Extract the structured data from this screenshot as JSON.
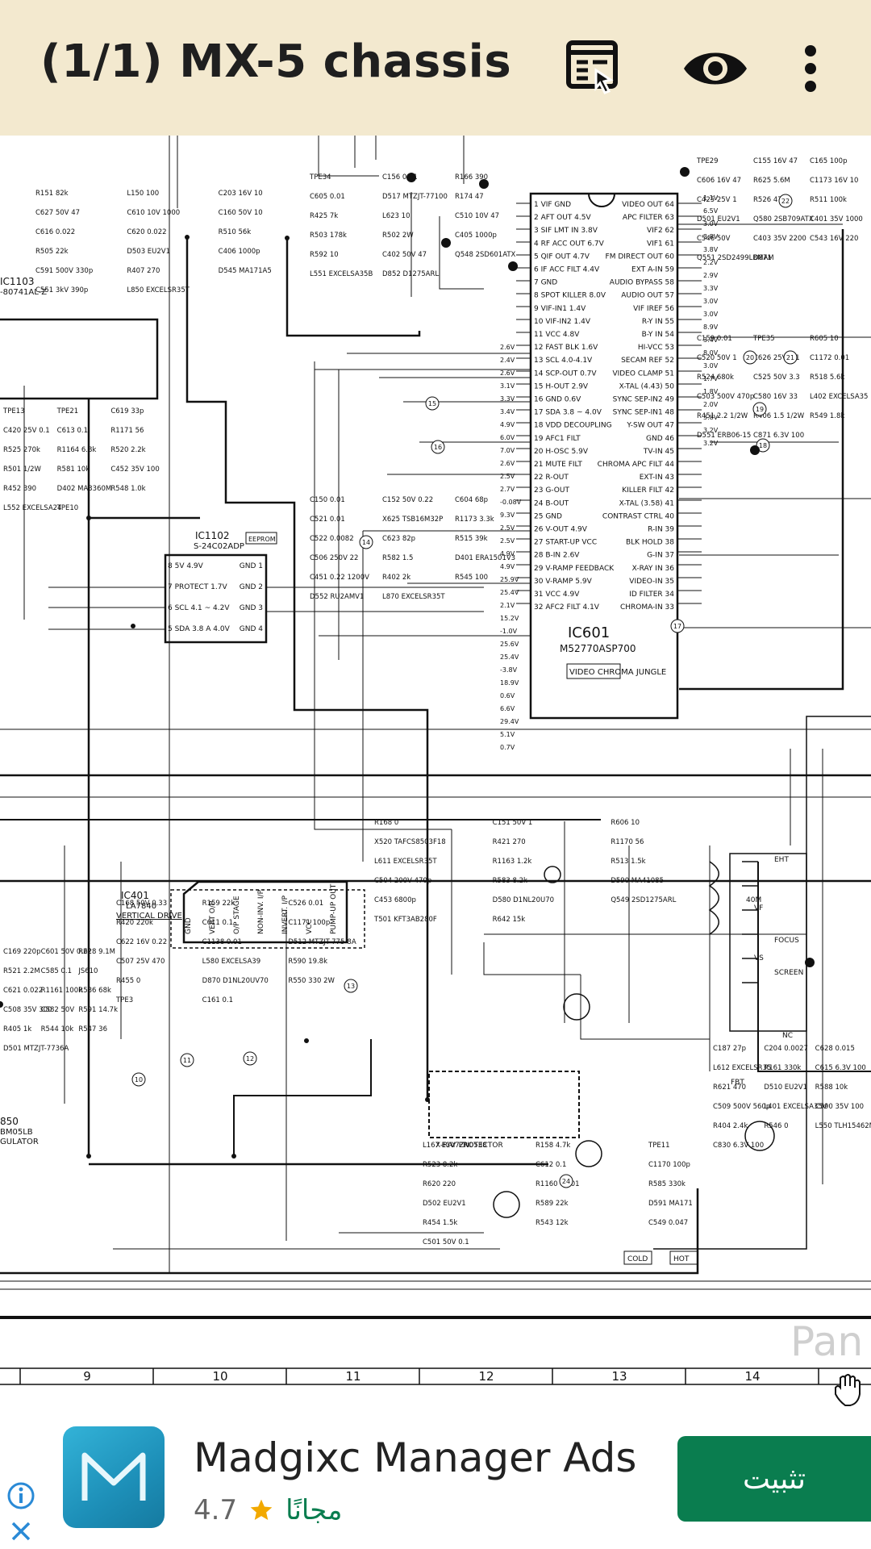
{
  "toolbar": {
    "title": "(1/1) MX-5 chassis",
    "icons": [
      "reader-mode-icon",
      "eye-icon",
      "more-vert-icon"
    ]
  },
  "schematic": {
    "ic_labels": {
      "ic601": "IC601",
      "ic601_part": "M52770ASP700",
      "ic601_sub": "VIDEO CHROMA JUNGLE",
      "ic1102": "IC1102",
      "ic1102_part": "S-24C02ADP",
      "ic1102_tag": "EEPROM",
      "ic401": "IC401",
      "ic401_part": "LA7840",
      "ic401_sub": "VERTICAL DRIVE",
      "ic1103": "IC1103",
      "ic1103_part": "-80741AL-Z",
      "ic850": "850",
      "ic850_part": "BM05LB",
      "ic850_sub": "GULATOR"
    },
    "ic601_left_pins": [
      "1 VIF GND",
      "2 AFT OUT 4.5V",
      "3 SIF LMT IN 3.8V",
      "4 RF ACC OUT 6.7V",
      "5 QIF OUT 4.7V",
      "6 IF ACC FILT 4.4V",
      "7 GND",
      "8 SPOT KILLER 8.0V",
      "9 VIF-IN1 1.4V",
      "10 VIF-IN2 1.4V",
      "11 VCC 4.8V",
      "12 FAST BLK 1.6V",
      "13 SCL 4.0-4.1V",
      "14 SCP-OUT 0.7V",
      "15 H-OUT 2.9V",
      "16 GND 0.6V",
      "17 SDA 3.8 ~ 4.0V",
      "18 VDD DECOUPLING",
      "19 AFC1 FILT",
      "20 H-OSC 5.9V",
      "21 MUTE FILT",
      "22 R-OUT",
      "23 G-OUT",
      "24 B-OUT",
      "25 GND",
      "26 V-OUT 4.9V",
      "27 START-UP VCC",
      "28 B-IN 2.6V",
      "29 V-RAMP FEEDBACK",
      "30 V-RAMP 5.9V",
      "31 VCC 4.9V",
      "32 AFC2 FILT 4.1V"
    ],
    "ic601_right_pins": [
      "VIDEO OUT 64",
      "APC FILTER 63",
      "VIF2 62",
      "VIF1 61",
      "FM DIRECT OUT 60",
      "EXT A-IN 59",
      "AUDIO BYPASS 58",
      "AUDIO OUT 57",
      "VIF IREF 56",
      "R-Y IN 55",
      "B-Y IN 54",
      "HI-VCC 53",
      "SECAM REF 52",
      "VIDEO CLAMP 51",
      "X-TAL (4.43) 50",
      "SYNC SEP-IN2 49",
      "SYNC SEP-IN1 48",
      "Y-SW OUT 47",
      "GND 46",
      "TV-IN 45",
      "CHROMA APC FILT 44",
      "EXT-IN 43",
      "KILLER FILT 42",
      "X-TAL (3.58) 41",
      "CONTRAST CTRL 40",
      "R-IN 39",
      "BLK HOLD 38",
      "G-IN 37",
      "X-RAY IN 36",
      "VIDEO-IN 35",
      "ID FILTER 34",
      "CHROMA-IN 33"
    ],
    "ic1102_pins": [
      "8 5V 4.9V",
      "7 PROTECT 1.7V",
      "6 SCL 4.1 ~ 4.2V",
      "5 SDA 3.8 A 4.0V",
      "GND 1",
      "GND 2",
      "GND 3",
      "GND 4"
    ],
    "ic401_pins": [
      "GND",
      "VERT O/P",
      "O/P STAGE",
      "NON-INV. I/P",
      "INVERT. I/P",
      "VCC",
      "PUMP-UP OUT"
    ],
    "components": [
      "R151 82k",
      "TPE34",
      "TPE29",
      "C159 0.01",
      "C150 0.01",
      "TPE13",
      "R168 0",
      "C168 50V 0.33",
      "L167 E1V7ZN0538",
      "C169 220p",
      "C187 27p",
      "L150 100",
      "C156 0.01",
      "C155 16V 47",
      "TPE35",
      "C152 50V 0.22",
      "TPE21",
      "C151 50V 1",
      "R159 22k",
      "R158 4.7k",
      "C601 50V 0.22",
      "C204 0.0027",
      "C203 16V 10",
      "R166 390",
      "C165 100p",
      "R605 10",
      "C604 68p",
      "C619 33p",
      "R606 10",
      "C526 0.01",
      "TPE11",
      "R628 9.1M",
      "C628 0.015",
      "C627 50V 47",
      "C605 0.01",
      "C606 16V 47",
      "C520 50V 1",
      "C521 0.01",
      "C420 25V 0.1",
      "X520 TAFCS8503F18",
      "R420 220k",
      "R523 8.2k",
      "R521 2.2M",
      "L612 EXCELSR35",
      "C610 10V 1000",
      "D517 MTZJT-77100",
      "R625 5.6M",
      "C626 25V 0.1",
      "X625 TSB16M32P",
      "C613 0.1",
      "R421 270",
      "C611 0.1",
      "C612 0.1",
      "C585 0.1",
      "R161 330k",
      "C160 50V 10",
      "R174 47",
      "C1173 16V 10",
      "C1172 0.01",
      "R1173 3.3k",
      "R1171 56",
      "R1170 56",
      "C1171 100p",
      "C1170 100p",
      "JS610",
      "C615 6.3V 100",
      "C616 0.022",
      "R425 7k",
      "C425 25V 1",
      "R524 680k",
      "C522 0.0082",
      "R525 270k",
      "L611 EXCELSR35T",
      "C622 16V 0.22",
      "R620 220",
      "C621 0.022",
      "R621 470",
      "C620 0.022",
      "L623 10",
      "R526 470",
      "C525 50V 3.3",
      "C623 82p",
      "R1164 6.8k",
      "R1163 1.2k",
      "C1138 0.01",
      "R1160 0.001",
      "R1161 100k",
      "D510 EU2V1",
      "R510 56k",
      "C510 10V 47",
      "R511 100k",
      "R518 5.6k",
      "R515 39k",
      "R520 2.2k",
      "R513 1.5k",
      "D512 MTZJT-775-8A",
      "R585 330k",
      "R586 68k",
      "R588 10k",
      "R505 22k",
      "R503 178k",
      "D501 EU2V1",
      "C503 500V 470p",
      "C506 250V 22",
      "R501 1/2W",
      "C504 200V 470p",
      "C507 25V 470",
      "D502 EU2V1",
      "C508 35V 300",
      "C509 500V 560p",
      "D503 EU2V1",
      "R502 2W",
      "Q580 2SB709ATX",
      "C580 16V 33",
      "R582 1.5",
      "R581 10k",
      "R583 8.2k",
      "L580 EXCELSA39",
      "R589 22k",
      "C582 50V",
      "L401 EXCELSA35V",
      "C406 1000p",
      "C405 1000p",
      "C401 35V 1000",
      "L402 EXCELSA35",
      "D401 ERA1501V3",
      "C452 35V 100",
      "D590 MA41085",
      "R590 19.8k",
      "D591 MA171",
      "R591 14.7k",
      "C590 35V 100",
      "C591 500V 330p",
      "R592 10",
      "C546 50V",
      "R451 2.2 1/2W",
      "C451 0.22 1200V",
      "R452 390",
      "C453 6800p",
      "R455 0",
      "R454 1.5k",
      "R405 1k",
      "R404 2.4k",
      "R407 270",
      "C402 50V 47",
      "C403 35V 2200",
      "R406 1.5 1/2W",
      "R402 2k",
      "D402 MA3360M",
      "D580 D1NL20U70",
      "D870 D1NL20UV70",
      "R543 12k",
      "R544 10k",
      "R546 0",
      "D545 MA171A5",
      "Q548 2SD601ATX",
      "C543 16V 220",
      "R549 1.8k",
      "R545 100",
      "R548 1.0k",
      "Q549 2SD1275ARL",
      "R550 330 2W",
      "C549 0.047",
      "R547 36",
      "L550 TLH15462M",
      "C551 3kV 390p",
      "L551 EXCELSA35B",
      "Q551 2SD2499LBMAM",
      "D551 ERB06-15",
      "D552 RU2AMV1",
      "L552 EXCELSA24",
      "T501 KFT3AB280F",
      "TPE3",
      "C501 50V 0.1",
      "D501 MTZJT-7736A",
      "C830 6.3V 100",
      "L850 EXCELSR35T",
      "D852 D1275ARL",
      "D871",
      "C871 6.3V 100",
      "L870 EXCELSR35T",
      "TPE10",
      "R642 15k",
      "C161 0.1"
    ],
    "markers": [
      "EHT",
      "FOCUS",
      "SCREEN",
      "VF",
      "VS",
      "40M",
      "NC",
      "COLD",
      "HOT",
      "X-RAY PROTECTOR",
      "FBT"
    ],
    "voltages": [
      "1.1V",
      "6.5V",
      "3.0V",
      "3.8V",
      "3.8V",
      "2.2V",
      "2.9V",
      "3.3V",
      "3.0V",
      "3.0V",
      "8.9V",
      "3.4V",
      "8.0V",
      "3.0V",
      "1.7V",
      "1.8V",
      "2.0V",
      "3.8V",
      "3.2V",
      "3.2V",
      "2.6V",
      "2.4V",
      "2.6V",
      "3.1V",
      "3.3V",
      "3.4V",
      "4.9V",
      "6.0V",
      "7.0V",
      "2.6V",
      "2.5V",
      "2.7V",
      "-0.08V",
      "9.3V",
      "2.5V",
      "2.5V",
      "4.9V",
      "4.9V",
      "25.9V",
      "25.4V",
      "2.1V",
      "15.2V",
      "-1.0V",
      "25.6V",
      "25.4V",
      "-3.8V",
      "18.9V",
      "0.6V",
      "6.6V",
      "29.4V",
      "5.1V",
      "0.7V"
    ],
    "circle_nums": [
      "10",
      "11",
      "12",
      "13",
      "14",
      "15",
      "16",
      "17",
      "18",
      "19",
      "20",
      "21",
      "22",
      "24"
    ],
    "brand_partial": "Pan",
    "ruler": [
      "9",
      "10",
      "11",
      "12",
      "13",
      "14"
    ]
  },
  "ad": {
    "app_name": "Madgixc Manager Ads",
    "rating": "4.7",
    "price_label": "مجانًا",
    "install_label": "تثبيت",
    "icon_letter": "M",
    "accent": "#0a7d4f",
    "icons": [
      "info-icon",
      "close-icon",
      "star-icon"
    ]
  }
}
